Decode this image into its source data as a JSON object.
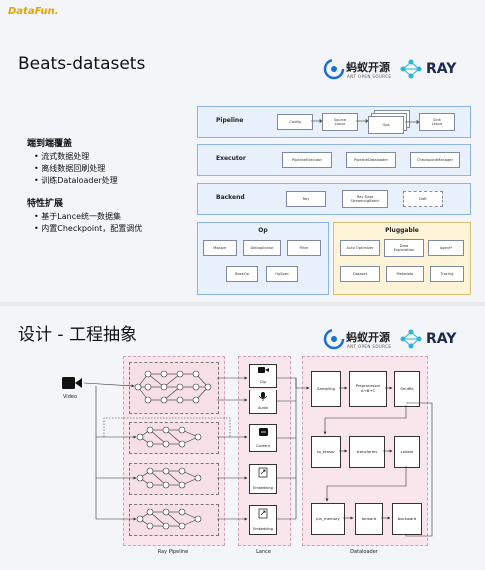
{
  "slide1": {
    "brand": "DataFun.",
    "title": "Beats-datasets",
    "ant_logo": "蚂蚁开源",
    "ant_sub": "ANT OPEN SOURCE",
    "ray_logo": "RAY",
    "section1_heading": "端到端覆盖",
    "section1_items": [
      "流式数据处理",
      "离线数据回刷处理",
      "训练Dataloader处理"
    ],
    "section2_heading": "特性扩展",
    "section2_items": [
      "基于Lance统一数据集",
      "内置Checkpoint，配置调优"
    ],
    "layers": {
      "pipeline": {
        "label": "Pipeline",
        "items": [
          "Config",
          "Source\nLance",
          "Ops",
          "Sink\nLance"
        ]
      },
      "executor": {
        "label": "Executor",
        "items": [
          "PipelineExecutor",
          "PipelineDataloader",
          "CheckpointManager"
        ]
      },
      "backend": {
        "label": "Backend",
        "items": [
          "Ray",
          "Ray Data\nStreamingBatch",
          "Daft"
        ]
      }
    },
    "op": {
      "title": "Op",
      "items": [
        "Mapper",
        "Deduplicator",
        "Filter",
        "BaseOp",
        "OpSpec"
      ]
    },
    "pluggable": {
      "title": "Pluggable",
      "items": [
        "Auto Optimizer",
        "Data\nExploration",
        "Agent*",
        "Dataset",
        "Metadata",
        "Tracing"
      ]
    }
  },
  "slide2": {
    "title": "设计 - 工程抽象",
    "ant_logo": "蚂蚁开源",
    "ant_sub": "ANT OPEN SOURCE",
    "ray_logo": "RAY",
    "video_label": "Video",
    "columns": {
      "ray_pipeline": "Ray Pipeline",
      "lance": "Lance",
      "dataloader": "Dataloader"
    },
    "lance_items": [
      "Clip",
      "Audio",
      "Content",
      "Embedding",
      "Embedding"
    ],
    "dataloader_boxes": {
      "sampling": "Sampling",
      "preprocessor": "Preprocessor\nA→B→C",
      "shuffle": "Shuffle",
      "to_tensor": "to_tensor",
      "transforms": "transforms",
      "collate": "collate",
      "pin_memory": "pin_memory",
      "forward": "forward",
      "backward": "backward"
    }
  },
  "colors": {
    "accent_blue": "#8ab4e6",
    "pluggable_gold": "#d6c070",
    "pipeline_pink": "#f8e6ec",
    "ray_navy": "#1d2b4f",
    "ant_blue": "#1a6fd6"
  }
}
